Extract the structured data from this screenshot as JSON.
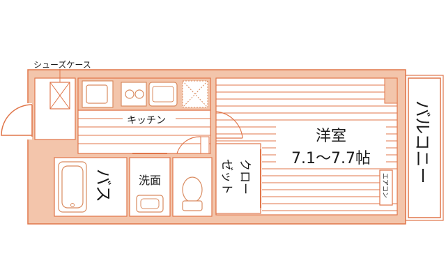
{
  "labels": {
    "shoe_case": "シューズケース",
    "kitchen": "キッチン",
    "bath": "バス",
    "washroom": "洗面",
    "closet_1": "クロー",
    "closet_2": "ゼット",
    "room_name": "洋室",
    "room_size": "7.1〜7.7帖",
    "aircon": "エアコン",
    "balcony": "バルコニー"
  },
  "colors": {
    "wall": "#f3c5ab",
    "line": "#e0764a",
    "fixture": "#d98b60",
    "text": "#1a1a1a",
    "background": "#ffffff"
  }
}
